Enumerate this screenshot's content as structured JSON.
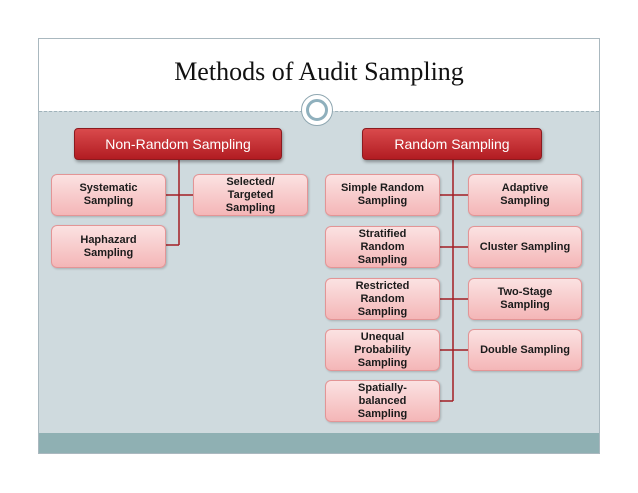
{
  "slide": {
    "title": "Methods of Audit Sampling"
  },
  "non_random": {
    "header": "Non-Random Sampling",
    "methods": [
      "Systematic\nSampling",
      "Selected/\nTargeted\nSampling",
      "Haphazard\nSampling"
    ]
  },
  "random": {
    "header": "Random Sampling",
    "left_methods": [
      "Simple Random\nSampling",
      "Stratified\nRandom\nSampling",
      "Restricted\nRandom\nSampling",
      "Unequal\nProbability\nSampling",
      "Spatially-\nbalanced\nSampling"
    ],
    "right_methods": [
      "Adaptive\nSampling",
      "Cluster Sampling",
      "Two-Stage\nSampling",
      "Double Sampling"
    ]
  },
  "colors": {
    "header_fill": "#c0282d",
    "box_fill": "#f7c6c7",
    "connector": "#a31e24",
    "background": "#cfdade",
    "footer": "#8fb0b3"
  }
}
